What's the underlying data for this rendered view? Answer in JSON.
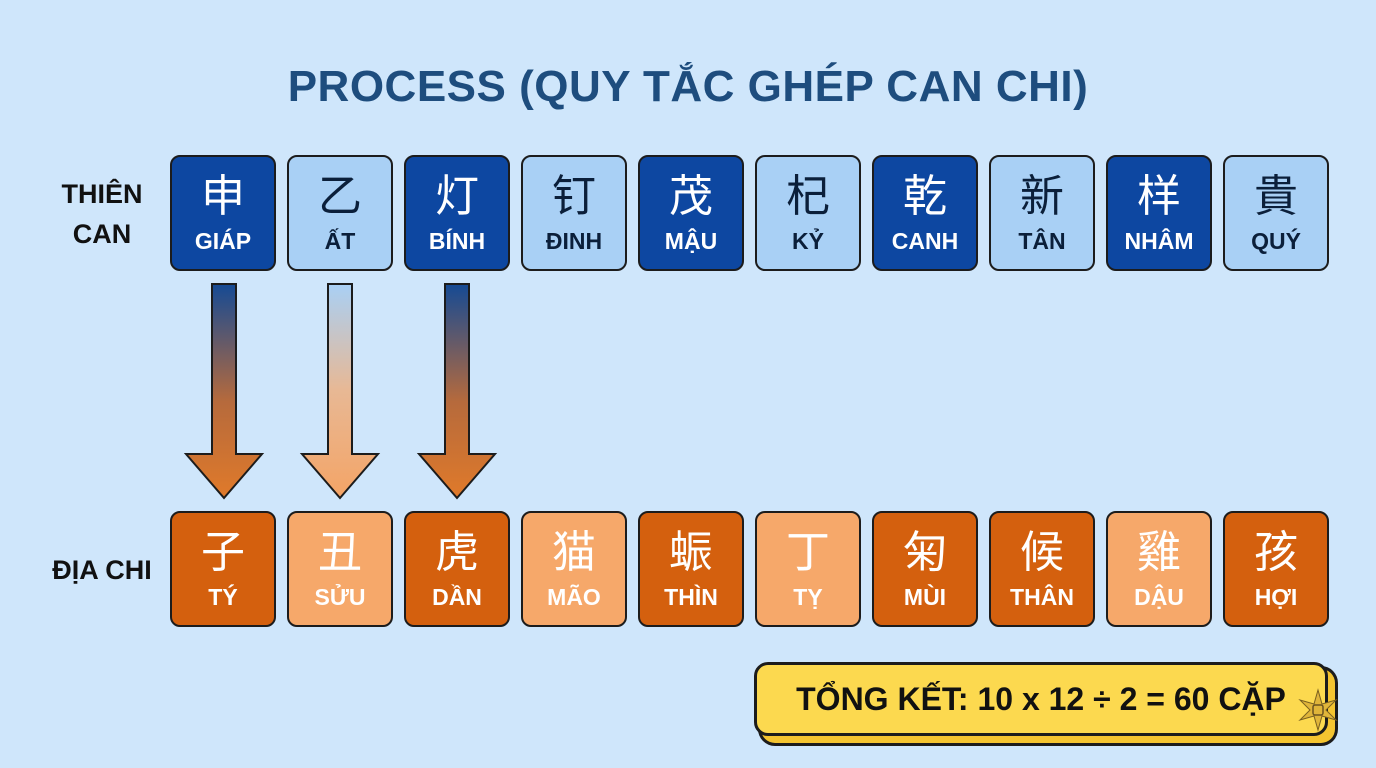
{
  "title": "PROCESS (QUY TẮC GHÉP CAN CHI)",
  "labels": {
    "thien_can_line1": "THIÊN",
    "thien_can_line2": "CAN",
    "dia_chi": "ĐỊA CHI"
  },
  "thien_can": [
    {
      "glyph": "申",
      "name": "GIÁP",
      "tone": "dark"
    },
    {
      "glyph": "乙",
      "name": "ẤT",
      "tone": "light"
    },
    {
      "glyph": "灯",
      "name": "BÍNH",
      "tone": "dark"
    },
    {
      "glyph": "钉",
      "name": "ĐINH",
      "tone": "light"
    },
    {
      "glyph": "茂",
      "name": "MẬU",
      "tone": "dark"
    },
    {
      "glyph": "杞",
      "name": "KỶ",
      "tone": "light"
    },
    {
      "glyph": "乾",
      "name": "CANH",
      "tone": "dark"
    },
    {
      "glyph": "新",
      "name": "TÂN",
      "tone": "light"
    },
    {
      "glyph": "样",
      "name": "NHÂM",
      "tone": "dark"
    },
    {
      "glyph": "貴",
      "name": "QUÝ",
      "tone": "light"
    }
  ],
  "dia_chi": [
    {
      "glyph": "子",
      "name": "TÝ",
      "tone": "dark"
    },
    {
      "glyph": "丑",
      "name": "SỬU",
      "tone": "light"
    },
    {
      "glyph": "虎",
      "name": "DẦN",
      "tone": "dark"
    },
    {
      "glyph": "猫",
      "name": "MÃO",
      "tone": "light"
    },
    {
      "glyph": "蜄",
      "name": "THÌN",
      "tone": "dark"
    },
    {
      "glyph": "丁",
      "name": "TỴ",
      "tone": "light"
    },
    {
      "glyph": "匊",
      "name": "MÙI",
      "tone": "dark"
    },
    {
      "glyph": "候",
      "name": "THÂN",
      "tone": "dark"
    },
    {
      "glyph": "雞",
      "name": "DẬU",
      "tone": "light"
    },
    {
      "glyph": "孩",
      "name": "HỢI",
      "tone": "dark"
    }
  ],
  "summary": "TỔNG KẾT: 10 x 12 ÷ 2 = 60 CẶP",
  "colors": {
    "can_dark": "#0d47a1",
    "can_light": "#a9d0f5",
    "chi_dark": "#d4600e",
    "chi_light": "#f6a86a",
    "summary_bg": "#fcd94f"
  },
  "icons": [
    "arrow-down-icon",
    "sparkle-icon"
  ]
}
